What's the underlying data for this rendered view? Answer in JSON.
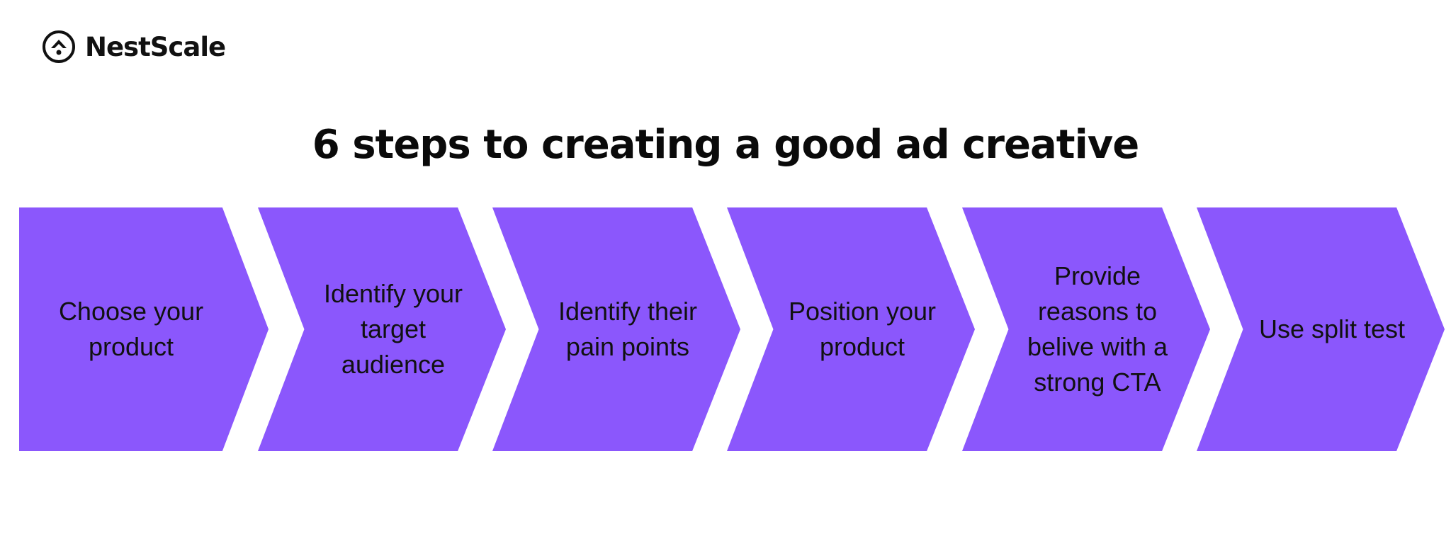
{
  "brand": {
    "name": "NestScale"
  },
  "title": "6 steps to creating a good ad creative",
  "colors": {
    "step_fill": "#8b57fc",
    "text": "#111111",
    "background": "#ffffff"
  },
  "steps": [
    {
      "label": "Choose your\nproduct"
    },
    {
      "label": "Identify your\ntarget\naudience"
    },
    {
      "label": "Identify their\npain points"
    },
    {
      "label": "Position your\nproduct"
    },
    {
      "label": "Provide\nreasons to\nbelive with a\nstrong CTA"
    },
    {
      "label": "Use split test"
    }
  ]
}
